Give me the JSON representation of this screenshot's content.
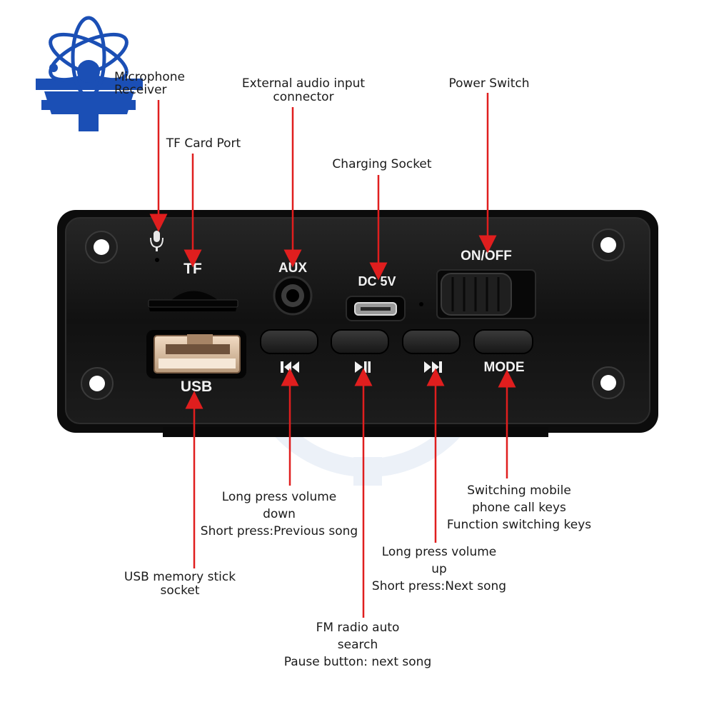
{
  "panel": {
    "labels": {
      "tf": "TF",
      "aux": "AUX",
      "dc": "DC 5V",
      "on_off": "ON/OFF",
      "usb": "USB",
      "mode": "MODE"
    },
    "icons": [
      "microphone-icon",
      "previous-track-icon",
      "play-pause-icon",
      "next-track-icon"
    ]
  },
  "callouts": {
    "microphone": [
      "Microphone",
      "Receiver"
    ],
    "tf_card": [
      "TF Card Port"
    ],
    "aux": [
      "External audio input",
      "connector"
    ],
    "charging": [
      "Charging Socket"
    ],
    "power": [
      "Power Switch"
    ],
    "prev": [
      "Long press volume",
      "down",
      "Short press:Previous song"
    ],
    "usb": [
      "USB memory stick",
      "socket"
    ],
    "play": [
      "FM radio auto",
      "search",
      "Pause button: next song"
    ],
    "next": [
      "Long press volume",
      "up",
      "Short press:Next song"
    ],
    "mode": [
      "Switching mobile",
      "phone call keys",
      "Function switching keys"
    ]
  },
  "colors": {
    "panel": "#141414",
    "arrow": "#e01e1e",
    "logo": "#1b4fb5",
    "watermark": "#dde6f3"
  }
}
